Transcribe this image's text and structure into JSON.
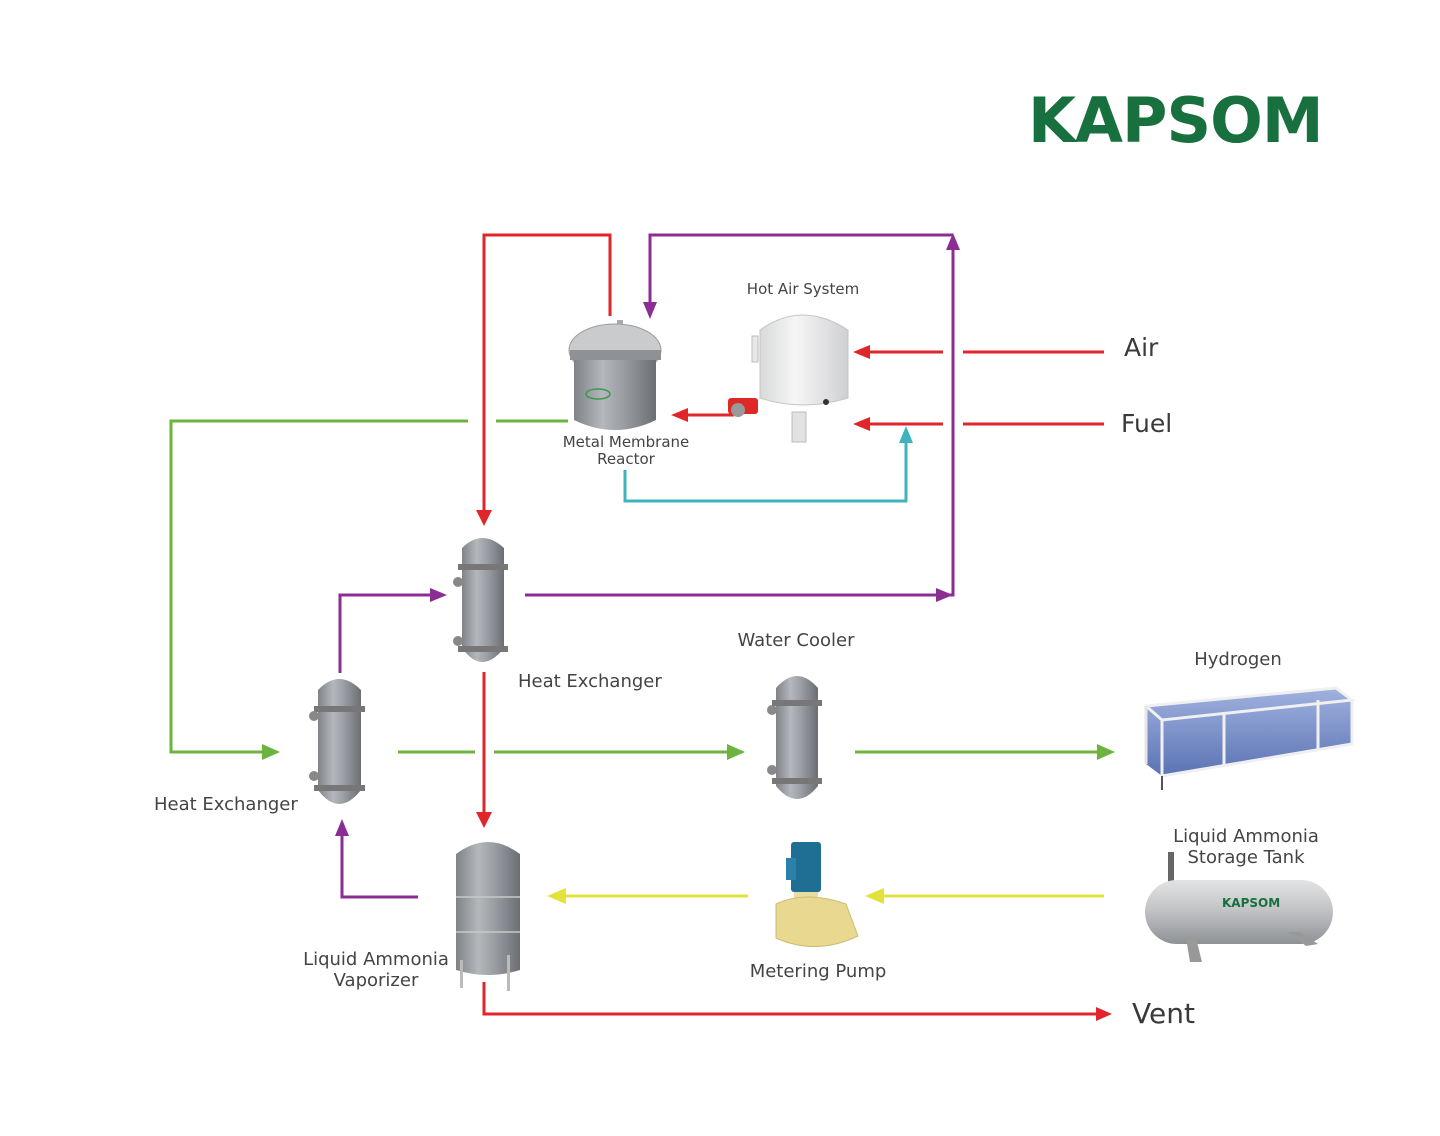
{
  "brand": {
    "logo_text": "KAPSOM",
    "logo_color": "#17703e"
  },
  "colors": {
    "hot_gas_red": "#e0262a",
    "recycle_purple": "#8b2d92",
    "hydrogen_green": "#6db33f",
    "ammonia_yellow": "#e3e23a",
    "flue_teal": "#3fb3bd"
  },
  "equipment": [
    {
      "id": "metal-membrane-reactor",
      "label": "Metal Membrane\nReactor"
    },
    {
      "id": "hot-air-system",
      "label": "Hot Air System"
    },
    {
      "id": "heat-exchanger-upper",
      "label": "Heat Exchanger"
    },
    {
      "id": "heat-exchanger-lower",
      "label": "Heat Exchanger"
    },
    {
      "id": "water-cooler",
      "label": "Water Cooler"
    },
    {
      "id": "liquid-ammonia-vaporizer",
      "label": "Liquid Ammonia\nVaporizer"
    },
    {
      "id": "metering-pump",
      "label": "Metering Pump"
    },
    {
      "id": "hydrogen-storage",
      "label": "Hydrogen"
    },
    {
      "id": "liquid-ammonia-storage-tank",
      "label": "Liquid Ammonia\nStorage Tank",
      "tank_logo": "KAPSOM"
    }
  ],
  "streams": {
    "air": "Air",
    "fuel": "Fuel",
    "vent": "Vent"
  }
}
